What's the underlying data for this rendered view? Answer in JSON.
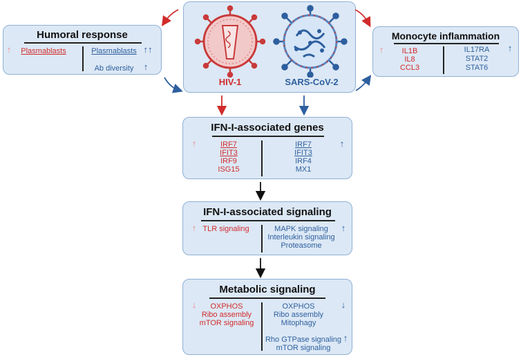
{
  "viruses": {
    "hiv_label": "HIV-1",
    "sars_label": "SARS-CoV-2"
  },
  "humoral": {
    "title": "Humoral response",
    "hiv": [
      "Plasmablasts"
    ],
    "sars": [
      "Plasmablasts",
      "Ab diversity"
    ]
  },
  "monocyte": {
    "title": "Monocyte inflammation",
    "hiv": [
      "IL1B",
      "IL8",
      "CCL3"
    ],
    "sars": [
      "IL17RA",
      "STAT2",
      "STAT6"
    ]
  },
  "ifn_genes": {
    "title": "IFN-I-associated genes",
    "hiv": [
      "IRF7",
      "IFIT3",
      "IRF9",
      "ISG15"
    ],
    "sars": [
      "IRF7",
      "IFIT3",
      "IRF4",
      "MX1"
    ]
  },
  "ifn_signaling": {
    "title": "IFN-I-associated signaling",
    "hiv": [
      "TLR signaling"
    ],
    "sars": [
      "MAPK signaling",
      "Interleukin signaling",
      "Proteasome"
    ]
  },
  "metabolic": {
    "title": "Metabolic signaling",
    "hiv": [
      "OXPHOS",
      "Ribo assembly",
      "mTOR signaling"
    ],
    "sars_down": [
      "OXPHOS",
      "Ribo assembly",
      "Mitophagy"
    ],
    "sars_up": [
      "Rho GTPase signaling",
      "mTOR signaling"
    ]
  },
  "colors": {
    "hiv": "#d12b2b",
    "sars": "#2e5f9e",
    "hiv_light": "#f08a8a",
    "box_fill": "#dce8f5",
    "box_border": "#8fb0d6"
  }
}
